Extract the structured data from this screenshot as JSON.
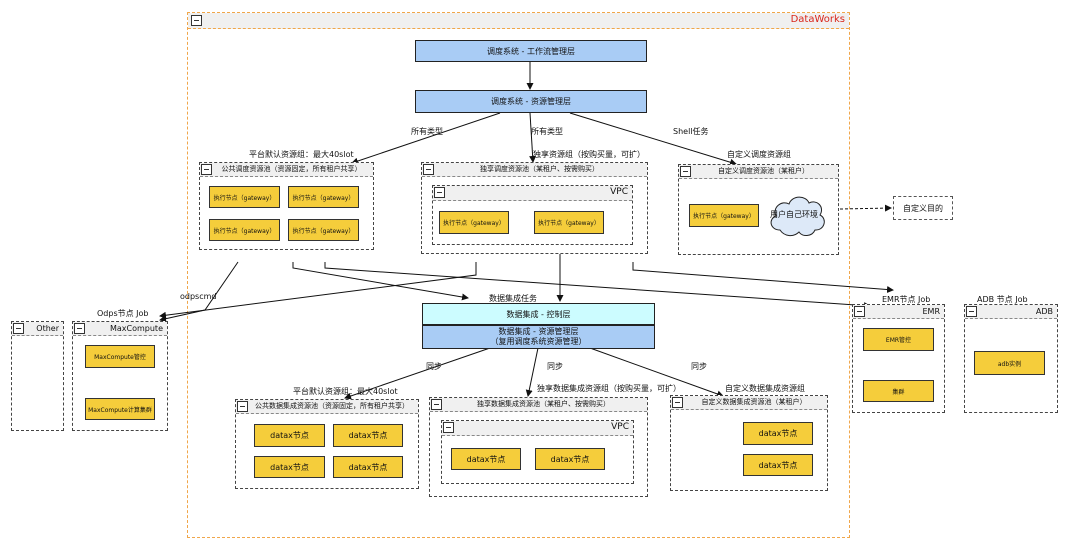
{
  "dataworks": {
    "title": "DataWorks"
  },
  "top": {
    "workflow": "调度系统 - 工作流管理层",
    "resource": "调度系统 - 资源管理层"
  },
  "labels": {
    "all_types_1": "所有类型",
    "all_types_2": "所有类型",
    "shell_task": "Shell任务",
    "default_group": "平台默认资源组：最大40slot",
    "exclusive_group": "独享资源组（按购买量，可扩）",
    "custom_group": "自定义调度资源组",
    "custom_dest": "自定义目的",
    "odps_job": "Odps节点 Job",
    "odpscmd": "odpscmd",
    "di_task": "数据集成任务",
    "emr_job": "EMR节点 Job",
    "adb_job": "ADB 节点 Job",
    "sync_1": "同步",
    "sync_2": "同步",
    "sync_3": "同步",
    "di_default_group": "平台默认资源组：最大40slot",
    "di_exclusive_group": "独享数据集成资源组（按购买量，可扩）",
    "di_custom_group": "自定义数据集成资源组"
  },
  "pools": {
    "public": "公共调度资源池（资源固定，所有租户共享）",
    "exclusive": "独享调度资源池（某租户、按需购买）",
    "custom": "自定义调度资源池（某租户）",
    "vpc": "VPC",
    "user_env": "用户自己环境",
    "di_public": "公共数据集成资源池（资源固定，所有租户共享）",
    "di_exclusive": "独享数据集成资源池（某租户、按需购买）",
    "di_vpc": "VPC",
    "di_custom": "自定义数据集成资源池（某租户）"
  },
  "nodes": {
    "gateway": "执行节点（gateway）",
    "datax": "datax节点",
    "mc_control": "MaxCompute管控",
    "mc_cluster": "MaxCompute计算集群",
    "emr_control": "EMR管控",
    "emr_cluster": "集群",
    "adb_instance": "adb实例"
  },
  "di": {
    "control": "数据集成 - 控制层",
    "resource_line1": "数据集成 - 资源管理层",
    "resource_line2": "（复用调度系统资源管理）"
  },
  "side": {
    "other": "Other",
    "maxcompute": "MaxCompute",
    "emr": "EMR",
    "adb": "ADB"
  },
  "colors": {
    "blue_box": "#a9ccf5",
    "cyan_box": "#ccfcff",
    "node_fill": "#f5cd3b",
    "dataworks_border": "#f0a64a",
    "dataworks_title": "#d9261c"
  }
}
